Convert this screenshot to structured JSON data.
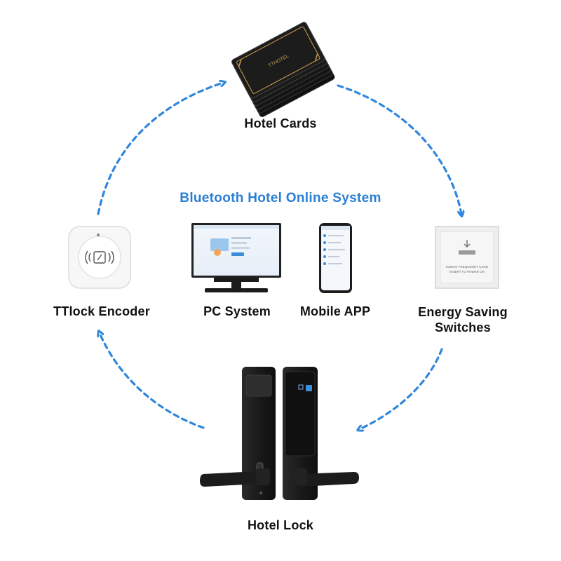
{
  "title": "Bluetooth Hotel Online System",
  "nodes": {
    "hotel_cards": "Hotel Cards",
    "energy_switch_line1": "Energy Saving",
    "energy_switch_line2": "Switches",
    "hotel_lock": "Hotel Lock",
    "encoder": "TTlock Encoder",
    "pc_system": "PC System",
    "mobile_app": "Mobile APP"
  },
  "card_brand": "TTHOTEL",
  "switch_text_line1": "INSERT FREQUENCY CARD",
  "switch_text_line2": "INSERT TO POWER ON",
  "colors": {
    "accent_blue": "#2a7fd4",
    "arrow_blue": "#2f86dc",
    "device_black": "#1b1b1b",
    "card_gold": "#c9a24a"
  },
  "icons": [
    "nfc-icon",
    "arrow-icon"
  ]
}
